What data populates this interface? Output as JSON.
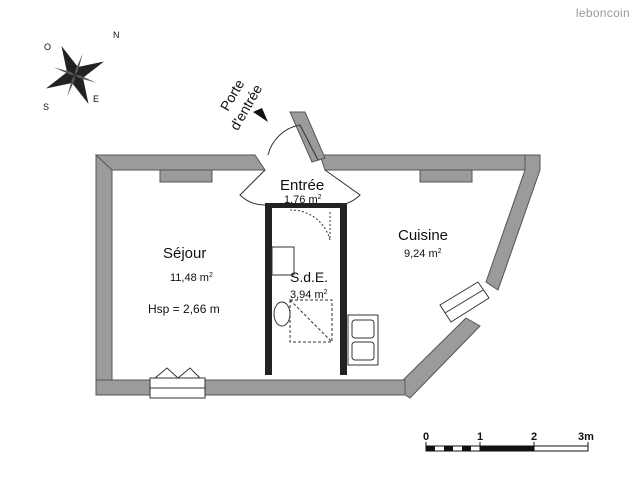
{
  "watermark": "leboncoin",
  "compass": {
    "n": "N",
    "s": "S",
    "e": "E",
    "o": "O"
  },
  "entrance_label": {
    "line1": "Porte",
    "line2": "d'entrée"
  },
  "rooms": {
    "entree": {
      "name": "Entrée",
      "area": "1,76 m",
      "sup": "2"
    },
    "sejour": {
      "name": "Séjour",
      "area": "11,48 m",
      "sup": "2",
      "height": "Hsp = 2,66 m"
    },
    "sdb": {
      "name": "S.d.E.",
      "area": "3,94 m",
      "sup": "2"
    },
    "cuisine": {
      "name": "Cuisine",
      "area": "9,24 m",
      "sup": "2"
    }
  },
  "scale_bar": {
    "ticks": [
      "0",
      "1",
      "2",
      "3m"
    ]
  },
  "colors": {
    "wall": "#9b9b9b",
    "wall_stroke": "#555555",
    "line": "#222222"
  }
}
